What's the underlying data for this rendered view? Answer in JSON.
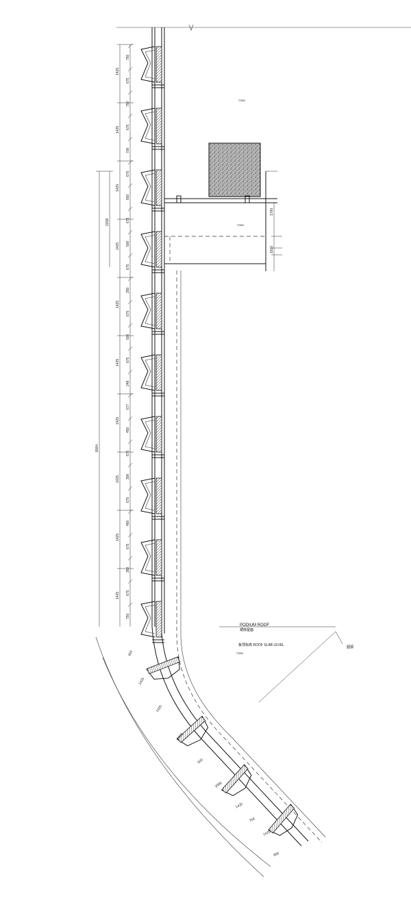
{
  "drawing": {
    "labels": {
      "podium_roof": "PODIUM ROOF",
      "podium_roof_cn": "裙房屋面",
      "roof_slab_level": "板顶标高  ROOF SLAB LEVEL",
      "bubble": "圆弧",
      "level_mark_1": "▽265",
      "level_mark_2": "▽265",
      "level_mark_3": "▽265"
    },
    "straight_dimensions_outer": [
      "1425",
      "1425",
      "1425",
      "1425",
      "1425",
      "1425",
      "1425",
      "1425",
      "1425",
      "1425"
    ],
    "straight_dimensions_inner": [
      "750",
      "675",
      "750",
      "675",
      "700",
      "675",
      "650",
      "675",
      "500",
      "675",
      "250",
      "675",
      "500",
      "675",
      "248",
      "677",
      "450",
      "675",
      "300",
      "675",
      "450",
      "675",
      "350",
      "675",
      "750"
    ],
    "overall_dimensions": [
      "2208",
      "8004"
    ],
    "right_dimensions": [
      "1700",
      "1610"
    ],
    "curve_dimensions": [
      "925",
      "1425",
      "1425",
      "1425",
      "500",
      "2008",
      "1425",
      "750",
      "1425",
      "800"
    ],
    "colors": {
      "line": "#111111",
      "hatch": "#555555"
    }
  }
}
